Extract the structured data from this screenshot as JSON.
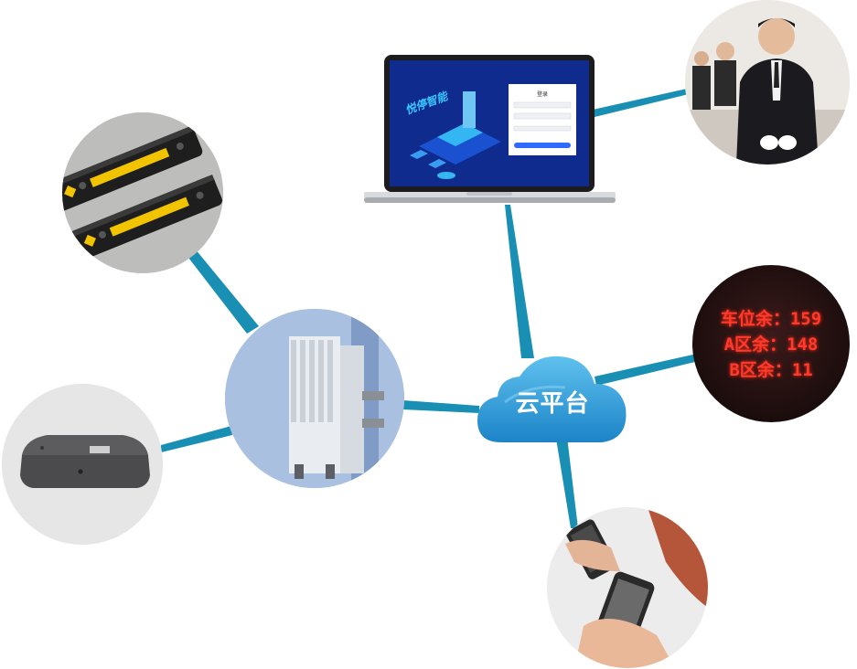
{
  "hub": {
    "label": "云平台"
  },
  "laptop": {
    "brand": "悦停智能",
    "login_title": "登录"
  },
  "led_sign": {
    "lines": [
      "车位余：159",
      "A区余：148",
      "B区余：11"
    ]
  },
  "nodes": [
    "wheel-stopper",
    "parking-sensor",
    "gateway-base-station",
    "laptop",
    "service-staff",
    "led-display",
    "smartphone"
  ],
  "colors": {
    "connector": "#1a8fb4",
    "cloud_top": "#5fc1ee",
    "cloud_bottom": "#1c84c8",
    "led_text": "#ff3a2a"
  }
}
